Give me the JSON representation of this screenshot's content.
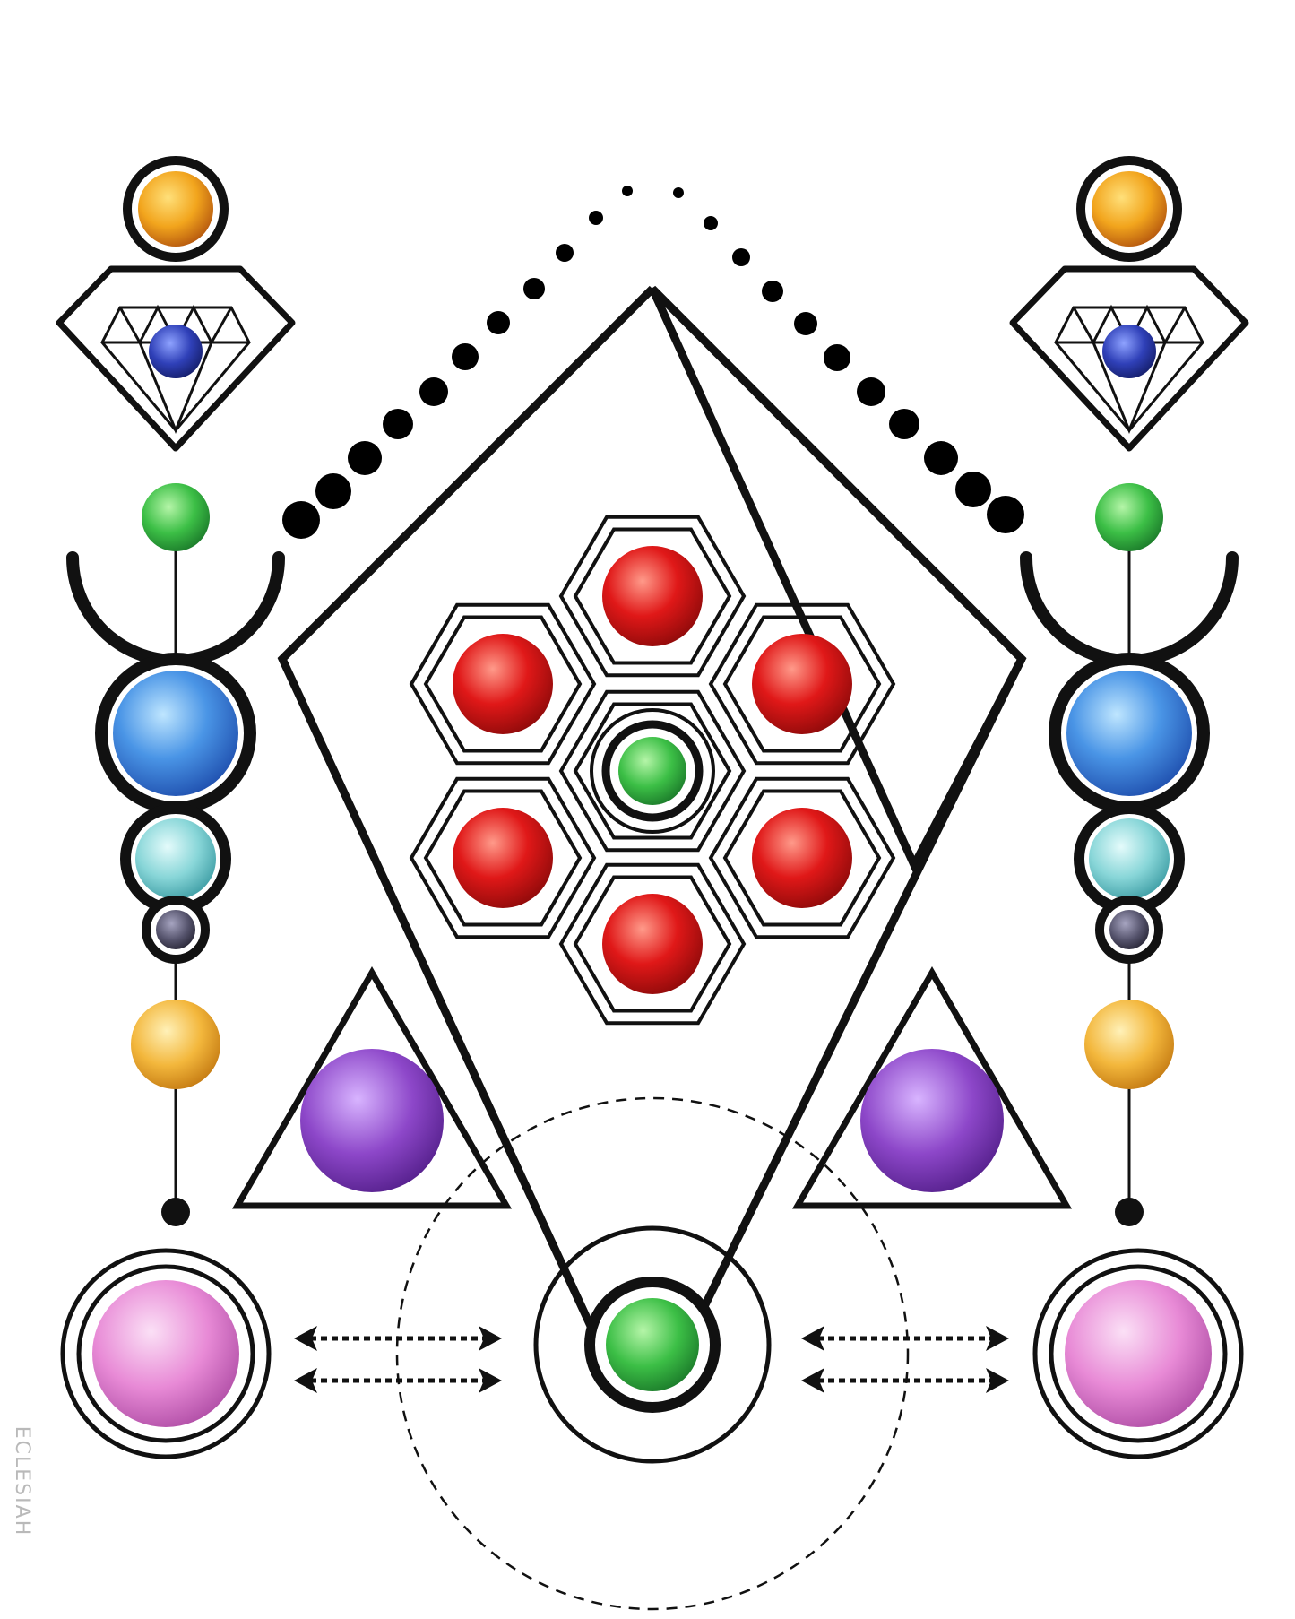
{
  "artwork": {
    "signature": "ECLESIAH",
    "colors": {
      "line": "#111111",
      "amber": "#f0a020",
      "sapphire_dark": "#2a3aa8",
      "emerald": "#3cbf46",
      "blue": "#3f8be0",
      "aqua": "#7fd3d6",
      "onyx": "#54526a",
      "citrine": "#f3b73c",
      "amethyst": "#8d47c9",
      "ruby": "#e01818",
      "pink": "#e88ad6"
    },
    "icons": [
      "diamond-outline",
      "crescent",
      "hexagon",
      "triangle",
      "double-arrow",
      "dotted-arc",
      "dashed-circle"
    ]
  }
}
